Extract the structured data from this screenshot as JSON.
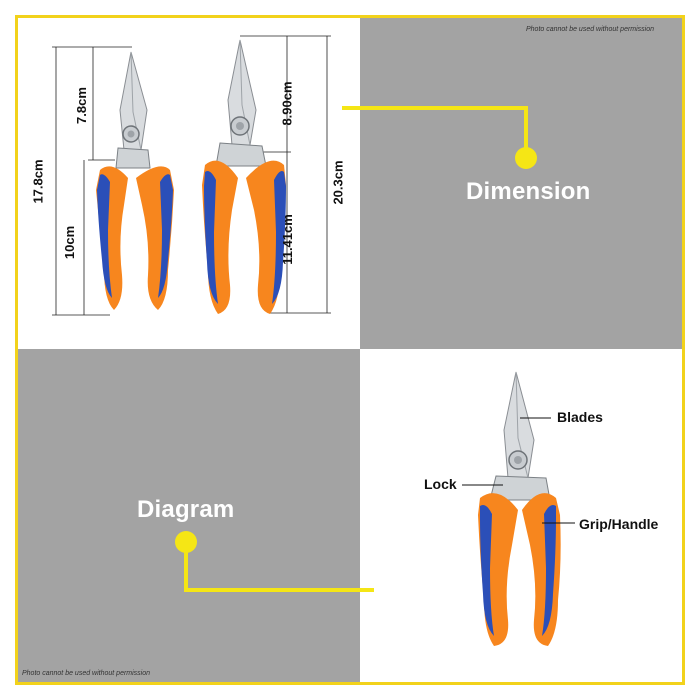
{
  "notices": {
    "top_right": "Photo cannot be used without permission",
    "bottom_left": "Photo cannot be used without permission"
  },
  "sections": {
    "dimension_label": "Dimension",
    "diagram_label": "Diagram"
  },
  "measurements": {
    "left_total": "17.8cm",
    "left_blade": "7.8cm",
    "left_handle": "10cm",
    "right_blade": "8.90cm",
    "right_total": "20.3cm",
    "right_handle": "11.41cm"
  },
  "callouts": {
    "blades": "Blades",
    "lock": "Lock",
    "grip": "Grip/Handle"
  },
  "colors": {
    "frame": "#f2d21b",
    "connector": "#f5e615",
    "gray_panel": "#a3a3a3",
    "handle_orange": "#f7861e",
    "grip_blue": "#2b4fb8"
  },
  "icons": [
    "scissors-icon",
    "connector-dot-icon"
  ]
}
